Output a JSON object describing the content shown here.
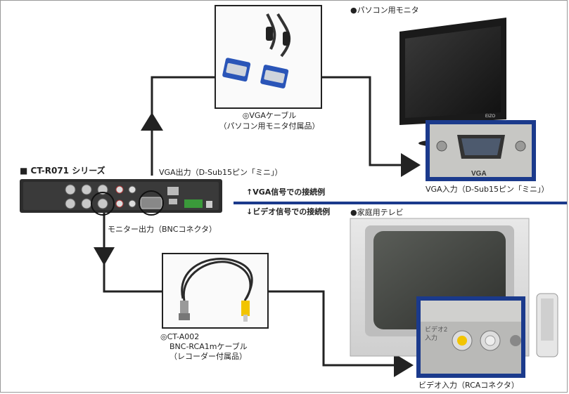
{
  "recorder": {
    "title": "■ CT-R071 シリーズ"
  },
  "vga": {
    "cable_label_1": "◎VGAケーブル",
    "cable_label_2": "（パソコン用モニタ付属品）",
    "output_label": "VGA出力（D-Sub15ピン「ミニ」）",
    "monitor_title": "●パソコン用モニタ",
    "input_label": "VGA入力（D-Sub15ピン「ミニ」）",
    "panel_text": "VGA",
    "monitor_brand": "EIZO"
  },
  "divider": {
    "up_label": "↑VGA信号での接続例",
    "down_label": "↓ビデオ信号での接続例"
  },
  "video": {
    "output_label": "モニター出力（BNCコネクタ）",
    "cable_label_1": "◎CT-A002",
    "cable_label_2": "BNC-RCA1mケーブル",
    "cable_label_3": "（レコーダー付属品）",
    "tv_title": "●家庭用テレビ",
    "input_label": "ビデオ入力（RCAコネクタ）",
    "panel_text_1": "ビデオ2",
    "panel_text_2": "入力"
  },
  "colors": {
    "accent": "#1b3a8c",
    "divider": "#1b3a8c"
  }
}
